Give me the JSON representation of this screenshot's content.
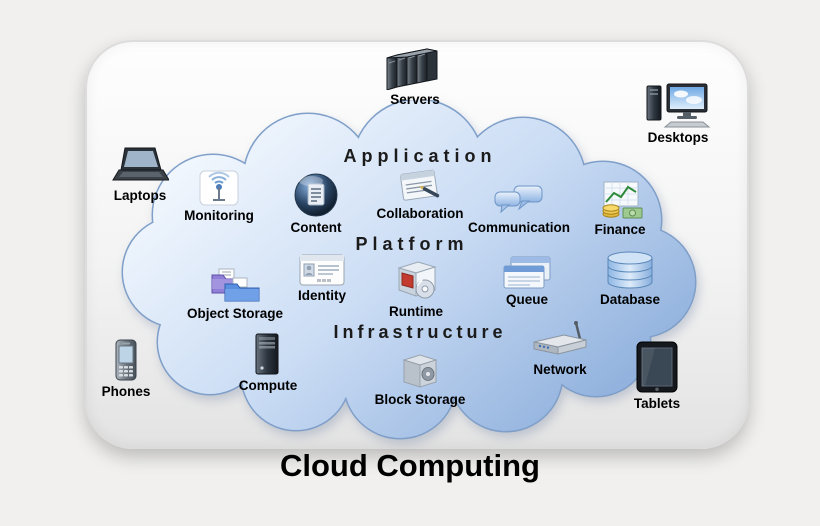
{
  "title": "Cloud Computing",
  "layers": [
    {
      "label": "Application"
    },
    {
      "label": "Platform"
    },
    {
      "label": "Infrastructure"
    }
  ],
  "services": [
    {
      "label": "Monitoring",
      "icon": "monitoring-icon",
      "layer": "Application"
    },
    {
      "label": "Content",
      "icon": "content-icon",
      "layer": "Application"
    },
    {
      "label": "Collaboration",
      "icon": "collaboration-icon",
      "layer": "Application"
    },
    {
      "label": "Communication",
      "icon": "communication-icon",
      "layer": "Application"
    },
    {
      "label": "Finance",
      "icon": "finance-icon",
      "layer": "Application"
    },
    {
      "label": "Object Storage",
      "icon": "object-storage-icon",
      "layer": "Platform"
    },
    {
      "label": "Identity",
      "icon": "identity-icon",
      "layer": "Platform"
    },
    {
      "label": "Runtime",
      "icon": "runtime-icon",
      "layer": "Platform"
    },
    {
      "label": "Queue",
      "icon": "queue-icon",
      "layer": "Platform"
    },
    {
      "label": "Database",
      "icon": "database-icon",
      "layer": "Platform"
    },
    {
      "label": "Compute",
      "icon": "compute-icon",
      "layer": "Infrastructure"
    },
    {
      "label": "Block Storage",
      "icon": "block-storage-icon",
      "layer": "Infrastructure"
    },
    {
      "label": "Network",
      "icon": "network-icon",
      "layer": "Infrastructure"
    }
  ],
  "devices": [
    {
      "label": "Servers",
      "icon": "servers-icon"
    },
    {
      "label": "Desktops",
      "icon": "desktops-icon"
    },
    {
      "label": "Laptops",
      "icon": "laptops-icon"
    },
    {
      "label": "Phones",
      "icon": "phones-icon"
    },
    {
      "label": "Tablets",
      "icon": "tablets-icon"
    }
  ],
  "colors": {
    "cloud_fill_top": "#f0f6fd",
    "cloud_fill_bottom": "#93b3de",
    "cloud_stroke": "#7f9fc9",
    "panel_background": "#ffffff",
    "text": "#000000"
  }
}
